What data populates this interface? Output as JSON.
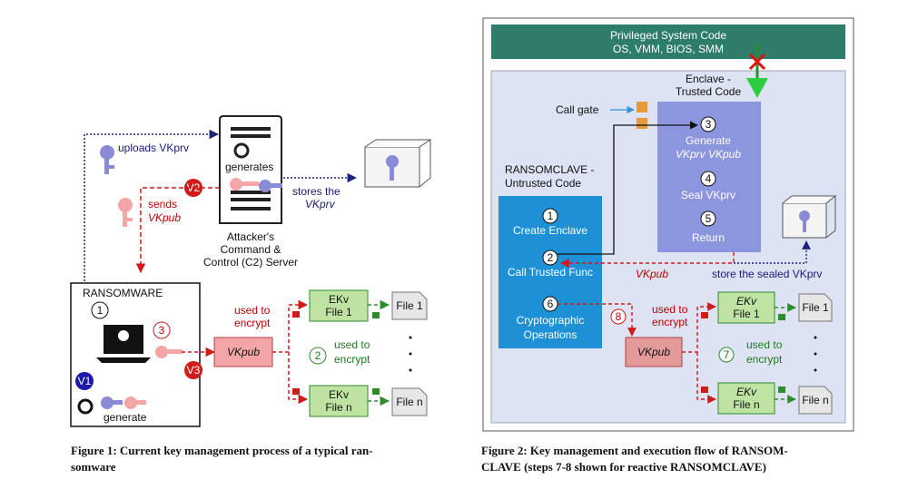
{
  "fig1": {
    "uploads": "uploads VKprv",
    "generates": "generates",
    "stores": [
      "stores the",
      "VKprv"
    ],
    "sends": [
      "sends",
      "VKpub"
    ],
    "server": [
      "Attacker's",
      "Command &",
      "Control (C2) Server"
    ],
    "ransomware": "RANSOMWARE",
    "generate": "generate",
    "step1": "1",
    "step2": "2",
    "step3": "3",
    "v1": "V1",
    "v2": "V2",
    "v3": "V3",
    "vkpub": "VKpub",
    "used_encrypt_red": [
      "used to",
      "encrypt"
    ],
    "used_encrypt_green": [
      "used to",
      "encrypt"
    ],
    "ek1": [
      "EKv",
      "File 1"
    ],
    "ekn": [
      "EKv",
      "File n"
    ],
    "file1": "File 1",
    "filen": "File n",
    "caption": [
      "Figure 1: Current key management process of a typical ran-",
      "somware"
    ]
  },
  "fig2": {
    "privileged": [
      "Privileged System Code",
      "OS, VMM, BIOS, SMM"
    ],
    "enclave_title": [
      "Enclave -",
      "Trusted Code"
    ],
    "call_gate": "Call gate",
    "rc_title": [
      "RANSOMCLAVE -",
      "Untrusted Code"
    ],
    "create": "Create Enclave",
    "call_trusted": "Call Trusted Func",
    "crypto": [
      "Cryptographic",
      "Operations"
    ],
    "generate": [
      "Generate",
      "VKprv VKpub"
    ],
    "seal": "Seal VKprv",
    "ret": "Return",
    "vkpub_label": "VKpub",
    "store_sealed": "store the sealed VKprv",
    "used_encrypt_red": [
      "used to",
      "encrypt"
    ],
    "used_encrypt_green": [
      "used to",
      "encrypt"
    ],
    "vkpub": "VKpub",
    "ek1": [
      "EKv",
      "File 1"
    ],
    "ekn": [
      "EKv",
      "File n"
    ],
    "file1": "File 1",
    "filen": "File n",
    "s1": "1",
    "s2": "2",
    "s3": "3",
    "s4": "4",
    "s5": "5",
    "s6": "6",
    "s7": "7",
    "s8": "8",
    "caption": [
      "Figure 2: Key management and execution flow of RANSOM-",
      "CLAVE (steps 7-8 shown for reactive RANSOMCLAVE)"
    ]
  },
  "colors": {
    "red": "#d11a1a",
    "green": "#2e8b2e",
    "navy": "#1a237e",
    "teal": "#2e7d6b",
    "enclave": "#8c96de",
    "untrusted": "#1e90d6",
    "outer_bg": "#dde3f2",
    "vkpub_fill": "#f4a6a6"
  }
}
